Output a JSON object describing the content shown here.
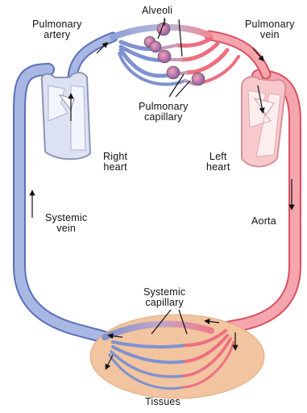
{
  "labels": {
    "alveoli": "Alveoli",
    "pulmonary_artery": [
      "Pulmonary",
      "artery"
    ],
    "pulmonary_vein": [
      "Pulmonary",
      "vein"
    ],
    "pulmonary_capillary": [
      "Pulmonary",
      "capillary"
    ],
    "right_heart": [
      "Right",
      "heart"
    ],
    "left_heart": [
      "Left",
      "heart"
    ],
    "systemic_vein": [
      "Systemic",
      "vein"
    ],
    "aorta": "Aorta",
    "systemic_capillary": [
      "Systemic",
      "capillary"
    ],
    "tissues": "Tissues"
  },
  "colors": {
    "deoxygenated": "#8fa3d8",
    "deoxygenated_dark": "#5a6fb8",
    "oxygenated": "#f08a96",
    "oxygenated_dark": "#e0485a",
    "heart_right_fill": "#eef0fa",
    "heart_left_fill": "#fbe3e4",
    "tissue": "#f2c4a0",
    "outline": "#222222"
  }
}
